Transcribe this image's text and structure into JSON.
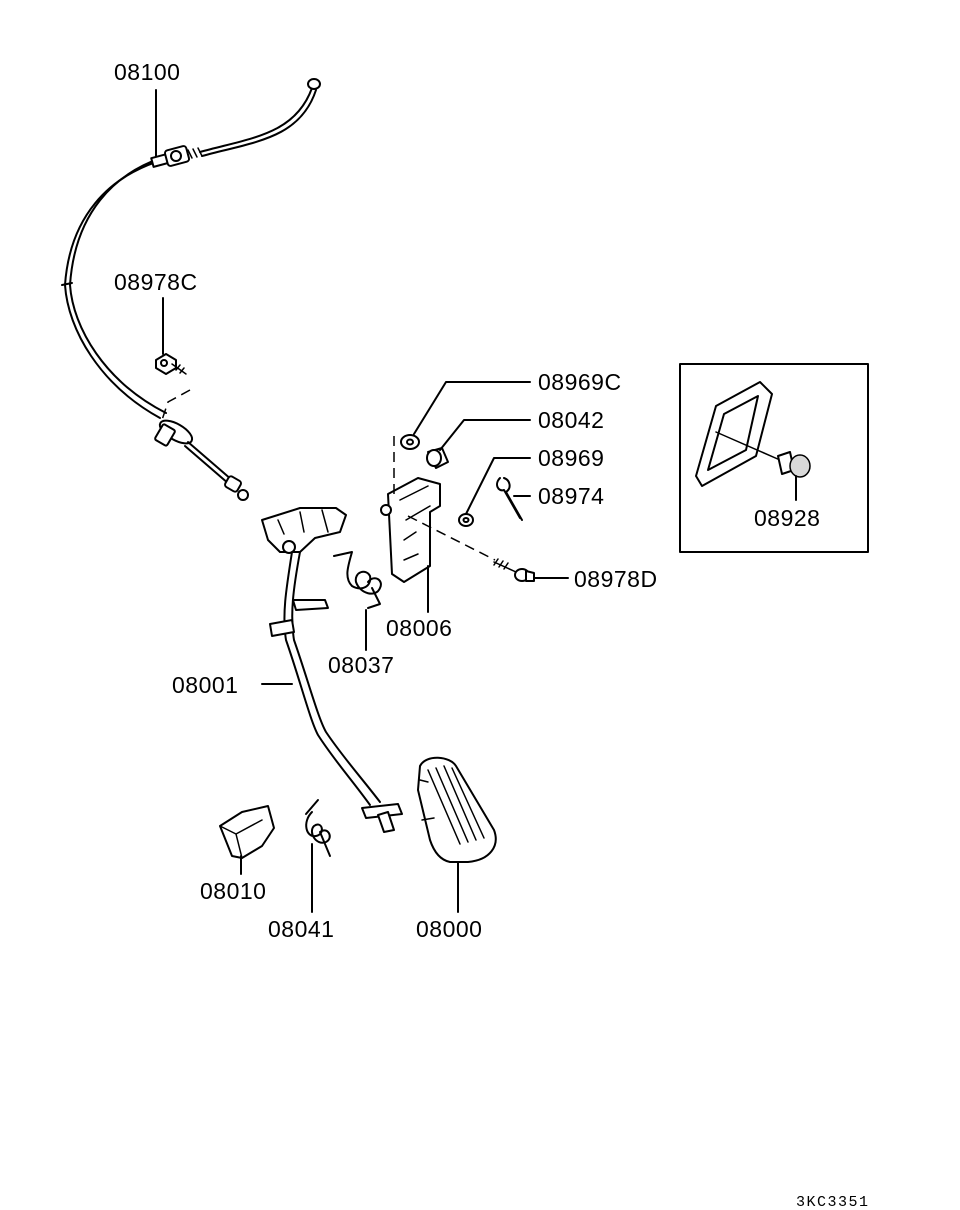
{
  "diagram": {
    "labels": [
      {
        "id": "cable",
        "text": "08100"
      },
      {
        "id": "bolt-c",
        "text": "08978C"
      },
      {
        "id": "washer-c",
        "text": "08969C"
      },
      {
        "id": "bushing",
        "text": "08042"
      },
      {
        "id": "washer",
        "text": "08969"
      },
      {
        "id": "cotter-pin",
        "text": "08974"
      },
      {
        "id": "bolt-d",
        "text": "08978D"
      },
      {
        "id": "bracket",
        "text": "08006"
      },
      {
        "id": "spring-return",
        "text": "08037"
      },
      {
        "id": "pedal-arm",
        "text": "08001"
      },
      {
        "id": "stopper",
        "text": "08010"
      },
      {
        "id": "spring-small",
        "text": "08041"
      },
      {
        "id": "pedal-pad",
        "text": "08000"
      },
      {
        "id": "clip",
        "text": "08928"
      }
    ],
    "drawing_code": "3KC3351"
  }
}
